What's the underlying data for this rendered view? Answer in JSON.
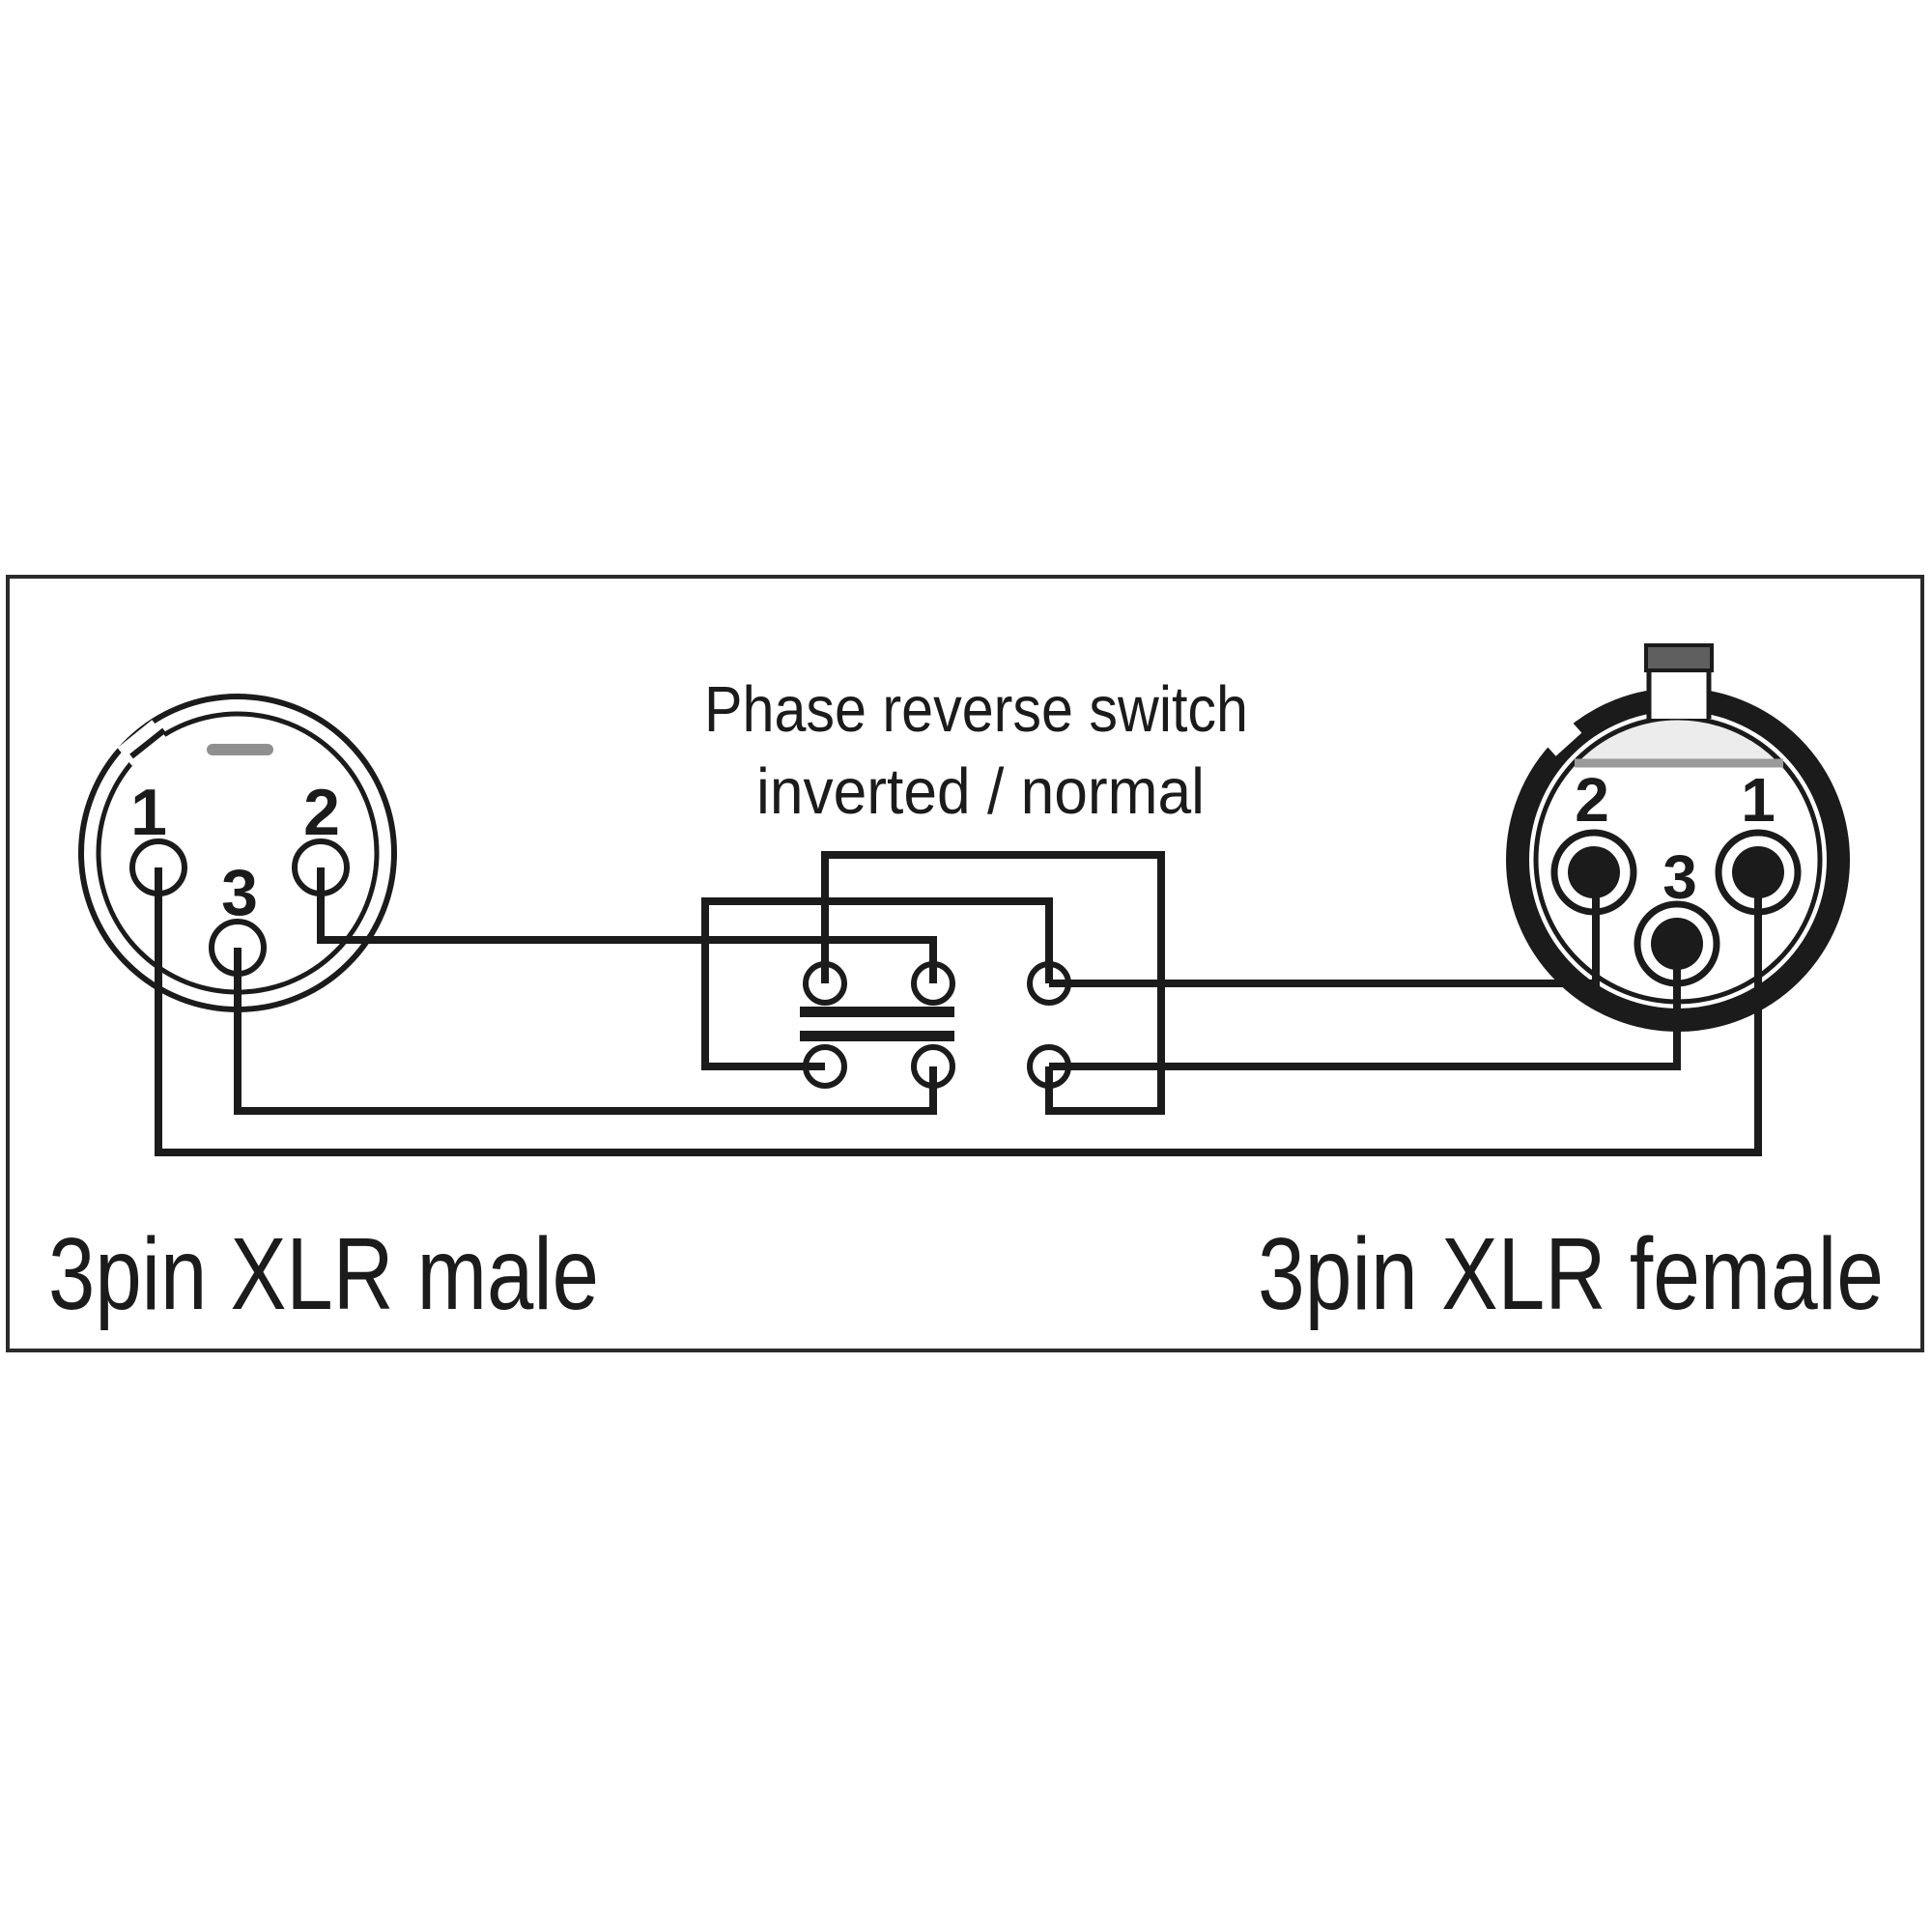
{
  "title": {
    "line1": "Phase reverse switch",
    "line2": "inverted / normal"
  },
  "labels": {
    "male": "3pin XLR male",
    "female": "3pin XLR female"
  },
  "male_connector": {
    "pin1": "1",
    "pin2": "2",
    "pin3": "3"
  },
  "female_connector": {
    "pin1": "1",
    "pin2": "2",
    "pin3": "3"
  },
  "colors": {
    "line": "#1b1b1b",
    "frame": "#2b2b2b",
    "gray_detail": "#8f8f8f",
    "chord": "#9a9a9a",
    "insert_fill": "#ececec",
    "latch_fill": "#5f5f5f",
    "background": "#ffffff"
  }
}
